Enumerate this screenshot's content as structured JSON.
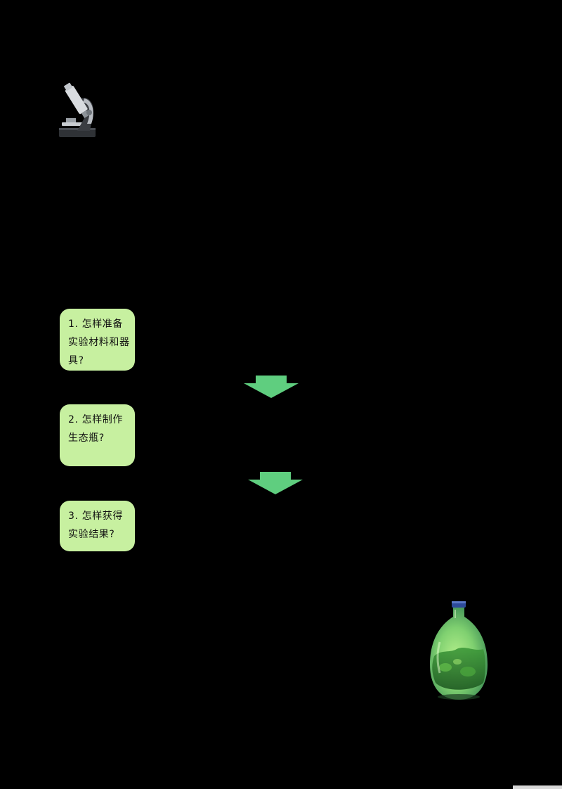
{
  "steps": [
    {
      "text": "1. 怎样准备实验材料和器具?"
    },
    {
      "text": "2. 怎样制作生态瓶?"
    },
    {
      "text": "3. 怎样获得实验结果?"
    }
  ],
  "icons": {
    "microscope": "microscope-icon",
    "bottle": "ecosystem-bottle-icon",
    "arrow": "arrow-down-icon"
  },
  "colors": {
    "background": "#000000",
    "step_box": "#c7f0a0",
    "arrow": "#5fce7f",
    "bottle_glass": "#8fe07a"
  }
}
